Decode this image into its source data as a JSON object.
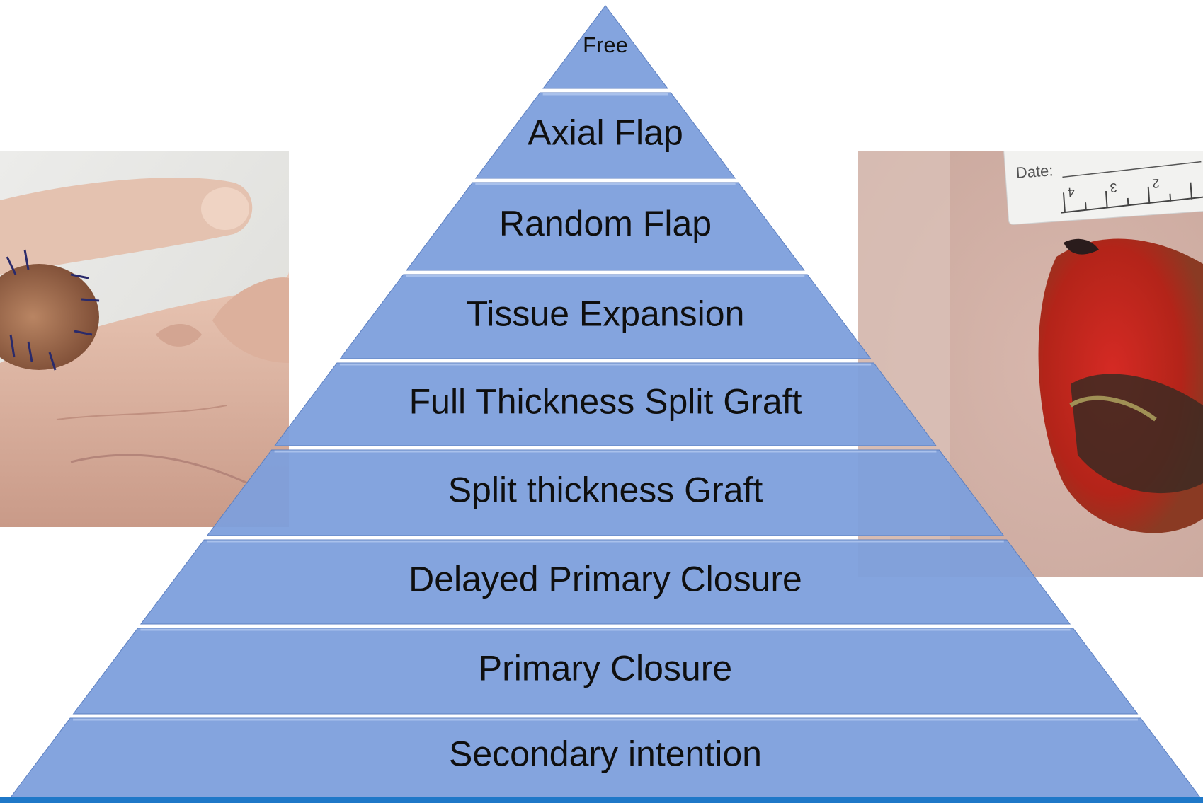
{
  "tiers": [
    {
      "label": "Free"
    },
    {
      "label": "Axial Flap"
    },
    {
      "label": "Random Flap"
    },
    {
      "label": "Tissue Expansion"
    },
    {
      "label": "Full Thickness Split Graft"
    },
    {
      "label": "Split thickness Graft"
    },
    {
      "label": "Delayed Primary Closure"
    },
    {
      "label": "Primary Closure"
    },
    {
      "label": "Secondary intention"
    }
  ],
  "photo_right": {
    "tag_label": "Date:",
    "ruler_numbers": [
      "4",
      "3",
      "2"
    ]
  },
  "colors": {
    "tier_fill": "#7d9fdc",
    "tier_highlight": "#a9c1ec",
    "tier_shadow": "#5c7fc0",
    "baseline": "#1f78c8"
  }
}
